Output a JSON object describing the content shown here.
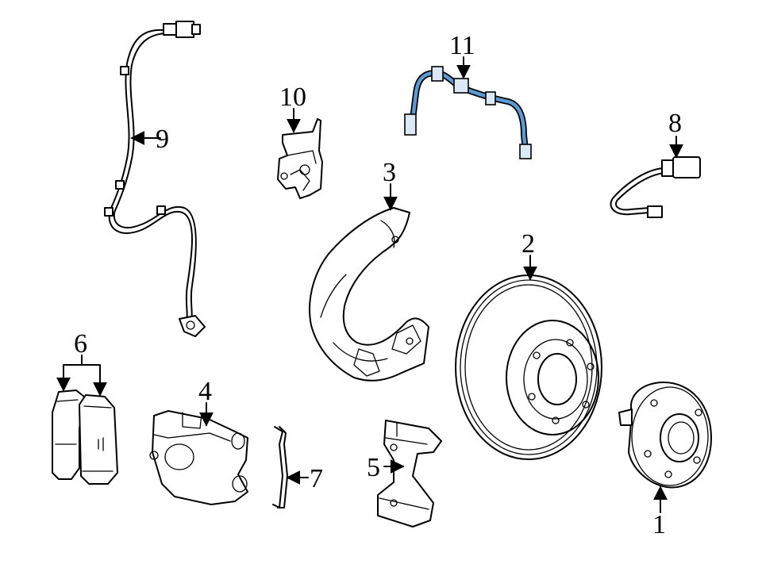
{
  "diagram": {
    "callouts": [
      {
        "id": "1",
        "label": "1"
      },
      {
        "id": "2",
        "label": "2"
      },
      {
        "id": "3",
        "label": "3"
      },
      {
        "id": "4",
        "label": "4"
      },
      {
        "id": "5",
        "label": "5"
      },
      {
        "id": "6",
        "label": "6"
      },
      {
        "id": "7",
        "label": "7"
      },
      {
        "id": "8",
        "label": "8"
      },
      {
        "id": "9",
        "label": "9"
      },
      {
        "id": "10",
        "label": "10"
      },
      {
        "id": "11",
        "label": "11"
      }
    ],
    "colors": {
      "line": "#000000",
      "background": "#ffffff",
      "highlight_part": "#5b9bd5",
      "highlight_fill": "#dbe9f6"
    }
  }
}
